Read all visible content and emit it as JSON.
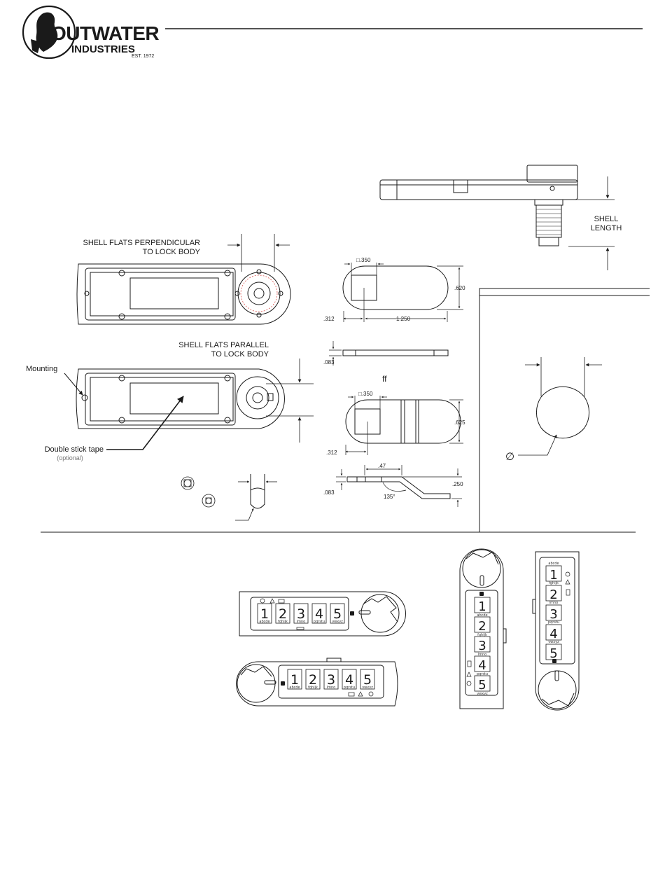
{
  "brand": {
    "name": "OUTWATER",
    "sub": "INDUSTRIES",
    "est": "EST. 1972"
  },
  "labels": {
    "shell_length_1": "SHELL",
    "shell_length_2": "LENGTH",
    "perp_1": "SHELL FLATS PERPENDICULAR",
    "perp_2": "TO LOCK BODY",
    "parallel_1": "SHELL FLATS PARALLEL",
    "parallel_2": "TO LOCK BODY",
    "mounting": "Mounting",
    "tape": "Double stick tape",
    "tape_optional": "(optional)",
    "ff": "ff",
    "diameter": "∅"
  },
  "dimensions": {
    "cam1_square": "□.350",
    "cam1_height": ".620",
    "cam1_offset": ".312",
    "cam1_length": "1.250",
    "cam_thickness": ".083",
    "cam2_square": "□.350",
    "cam2_height": ".625",
    "cam2_offset": ".312",
    "cam2_step": ".47",
    "cam2_thickness": ".083",
    "cam2_rise": ".250",
    "cam2_angle": "135°"
  },
  "keypad": {
    "digits": [
      "1",
      "2",
      "3",
      "4",
      "5"
    ],
    "letters": [
      "abcde",
      "fghijk",
      "lmno",
      "pqrstu",
      "vwxyz"
    ]
  },
  "colors": {
    "line": "#1a1a1a",
    "highlight": "#d9534f"
  }
}
